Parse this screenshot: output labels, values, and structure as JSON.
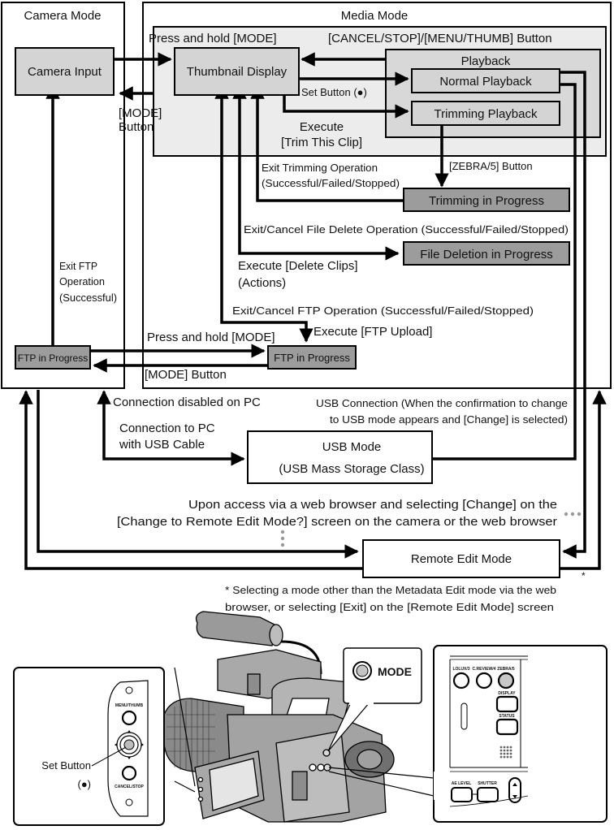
{
  "colors": {
    "state_box": "#d4d4d4",
    "progress_box": "#9c9c9c",
    "media_inner_bg": "#ececec",
    "playback_bg": "#d8d8d8",
    "line": "#000000",
    "dots": "#9a9a9a"
  },
  "modes": {
    "camera_mode": "Camera Mode",
    "media_mode": "Media Mode",
    "playback_group": "Playback"
  },
  "states": {
    "camera_input": "Camera Input",
    "thumbnail_display": "Thumbnail Display",
    "normal_playback": "Normal Playback",
    "trimming_playback": "Trimming Playback",
    "trimming_in_progress": "Trimming in Progress",
    "file_deletion_in_progress": "File Deletion in Progress",
    "ftp_in_progress_camera": "FTP in Progress",
    "ftp_in_progress_media": "FTP in Progress",
    "usb_mode_line1": "USB Mode",
    "usb_mode_line2": "(USB Mass Storage Class)",
    "remote_edit_mode": "Remote Edit Mode"
  },
  "transitions": {
    "press_hold_mode_top": "Press and hold [MODE]",
    "mode_button_top_line1": "[MODE]",
    "mode_button_top_line2": "Button",
    "cancel_stop_menu_thumb": "[CANCEL/STOP]/[MENU/THUMB] Button",
    "set_button": "Set Button (●)",
    "execute_trim_line1": "Execute",
    "execute_trim_line2": "[Trim This Clip]",
    "zebra_button": "[ZEBRA/5] Button",
    "exit_trimming_line1": "Exit Trimming Operation",
    "exit_trimming_line2": "(Successful/Failed/Stopped)",
    "exit_delete": "Exit/Cancel File Delete Operation (Successful/Failed/Stopped)",
    "execute_delete_line1": "Execute [Delete Clips]",
    "execute_delete_line2": "(Actions)",
    "exit_ftp_line1": "Exit FTP",
    "exit_ftp_line2": "Operation",
    "exit_ftp_line3": "(Successful)",
    "exit_cancel_ftp": "Exit/Cancel FTP Operation (Successful/Failed/Stopped)",
    "execute_ftp_upload": "Execute [FTP Upload]",
    "press_hold_mode_ftp": "Press and hold [MODE]",
    "mode_button_ftp": "[MODE] Button",
    "connection_disabled": "Connection disabled on PC",
    "connection_usb_line1": "Connection to PC",
    "connection_usb_line2": "with USB Cable",
    "usb_connection_line1": "USB Connection (When the confirmation to change",
    "usb_connection_line2": "to USB mode appears and [Change] is selected)",
    "web_access_line1": "Upon access via a web browser and selecting [Change] on the",
    "web_access_line2": "[Change to Remote Edit Mode?] screen on the camera or the web browser",
    "asterisk": "*"
  },
  "footnote": {
    "line1": "* Selecting a mode other than the Metadata Edit mode via the web",
    "line2": "browser, or selecting [Exit] on the [Remote Edit Mode] screen"
  },
  "illustration": {
    "left_panel": {
      "menu_thumb": "MENU/THUMB",
      "cancel_stop": "CANCEL/STOP",
      "set_button_line1": "Set Button",
      "set_button_line2": "(●)"
    },
    "mode_callout": "MODE",
    "right_panel": {
      "lolux": "LOLUX/3",
      "creview": "C.REVIEW/4",
      "zebra": "ZEBRA/5",
      "display": "DISPLAY",
      "status": "STATUS",
      "ae_level": "AE LEVEL",
      "shutter": "SHUTTER"
    }
  }
}
